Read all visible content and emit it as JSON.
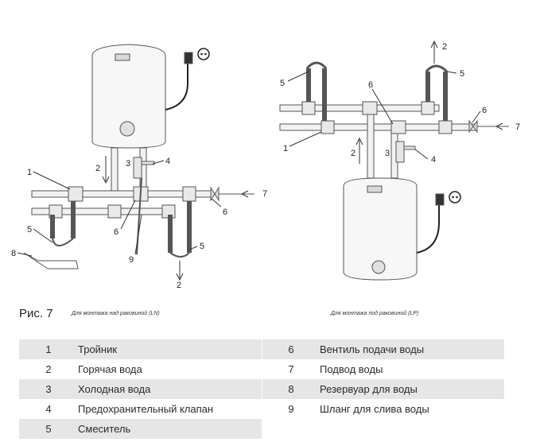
{
  "figure": {
    "title": "Рис. 7",
    "caption_left": "Для  монтажа над раковиной (LN)",
    "caption_right": "Для  монтажа под раковиной (LP)"
  },
  "left_diagram": {
    "labels": [
      "1",
      "2",
      "3",
      "4",
      "5",
      "6",
      "7",
      "8",
      "9",
      "5",
      "2"
    ]
  },
  "right_diagram": {
    "labels": [
      "2",
      "5",
      "6",
      "5",
      "6",
      "7",
      "1",
      "2",
      "3",
      "4"
    ]
  },
  "legend": {
    "left": [
      {
        "num": "1",
        "text": "Тройник"
      },
      {
        "num": "2",
        "text": "Горячая вода"
      },
      {
        "num": "3",
        "text": "Холодная вода"
      },
      {
        "num": "4",
        "text": "Предохранительный клапан"
      },
      {
        "num": "5",
        "text": "Смеситель"
      }
    ],
    "right": [
      {
        "num": "6",
        "text": "Вентиль подачи воды"
      },
      {
        "num": "7",
        "text": "Подвод воды"
      },
      {
        "num": "8",
        "text": "Резервуар для воды"
      },
      {
        "num": "9",
        "text": "Шланг для слива воды"
      }
    ]
  },
  "colors": {
    "pipe_fill": "#f2f2f2",
    "stroke": "#555555",
    "shade": "#e6e6e6"
  }
}
